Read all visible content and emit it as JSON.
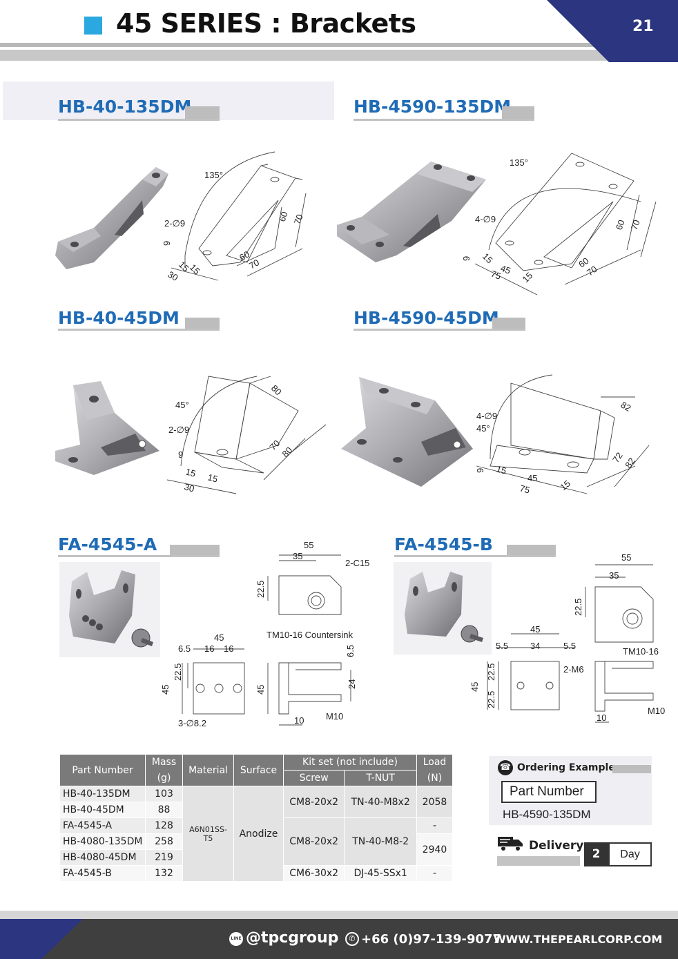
{
  "header": {
    "title": "45 SERIES : Brackets",
    "page_number": "21",
    "accent_color": "#2aa8df",
    "corner_color": "#2b3580"
  },
  "sections": [
    {
      "title": "HB-40-135DM",
      "dims": {
        "angle": "135°",
        "holes": "2-∅9",
        "d9": "9",
        "d15a": "15",
        "d15b": "15",
        "d30": "30",
        "d60a": "60",
        "d70a": "70",
        "d60b": "60",
        "d70b": "70"
      }
    },
    {
      "title": "HB-4590-135DM",
      "dims": {
        "angle": "135°",
        "holes": "4-∅9",
        "d9": "9",
        "d15a": "15",
        "d45": "45",
        "d75": "75",
        "d15b": "15",
        "d60a": "60",
        "d70a": "70",
        "d60b": "60",
        "d70b": "70"
      }
    },
    {
      "title": "HB-40-45DM",
      "dims": {
        "angle": "45°",
        "holes": "2-∅9",
        "d9": "9",
        "d15a": "15",
        "d15b": "15",
        "d30": "30",
        "d80a": "80",
        "d70": "70",
        "d80b": "80"
      }
    },
    {
      "title": "HB-4590-45DM",
      "dims": {
        "angle": "45°",
        "holes": "4-∅9",
        "d9": "9",
        "d15a": "15",
        "d45": "45",
        "d75": "75",
        "d15b": "15",
        "d82a": "82",
        "d72": "72",
        "d82b": "82"
      }
    },
    {
      "title": "FA-4545-A",
      "dims": {
        "d55": "55",
        "d35": "35",
        "c15": "2-C15",
        "d225": "22.5",
        "countersink": "TM10-16 Countersink",
        "d45": "45",
        "d65a": "6.5",
        "d16a": "16",
        "d16b": "16",
        "d225b": "22.5",
        "d45b": "45",
        "holes": "3-∅8.2",
        "d45c": "45",
        "d65b": "6.5",
        "d24": "24",
        "d10": "10",
        "m10": "M10"
      }
    },
    {
      "title": "FA-4545-B",
      "dims": {
        "d55": "55",
        "d35": "35",
        "d225": "22.5",
        "d45": "45",
        "d55a": "5.5",
        "d34": "34",
        "d55b": "5.5",
        "tm": "TM10-16",
        "m6": "2-M6",
        "d45b": "45",
        "d225b": "22.5",
        "d225c": "22.5",
        "d10": "10",
        "m10": "M10"
      }
    }
  ],
  "table": {
    "headers": {
      "part_number": "Part Number",
      "mass": "Mass",
      "mass_unit": "(g)",
      "material": "Material",
      "surface": "Surface",
      "kit": "Kit set (not include)",
      "screw": "Screw",
      "tnut": "T-NUT",
      "load": "Load",
      "load_unit": "(N)"
    },
    "rows": [
      {
        "part": "HB-40-135DM",
        "mass": "103"
      },
      {
        "part": "HB-40-45DM",
        "mass": "88"
      },
      {
        "part": "FA-4545-A",
        "mass": "128"
      },
      {
        "part": "HB-4080-135DM",
        "mass": "258"
      },
      {
        "part": "HB-4080-45DM",
        "mass": "219"
      },
      {
        "part": "FA-4545-B",
        "mass": "132"
      }
    ],
    "material": "A6N01SS-T5",
    "surface": "Anodize",
    "kit1": {
      "screw": "CM8-20x2",
      "tnut": "TN-40-M8x2",
      "load": "2058"
    },
    "load_row3": "-",
    "kit2": {
      "screw": "CM8-20x2",
      "tnut": "TN-40-M8-2",
      "load": "2940"
    },
    "kit3": {
      "screw": "CM6-30x2",
      "tnut": "DJ-45-SSx1",
      "load": "-"
    }
  },
  "ordering": {
    "title": "Ordering Example",
    "label": "Part Number",
    "example": "HB-4590-135DM"
  },
  "delivery": {
    "label": "Delivery",
    "value": "2",
    "unit": "Day"
  },
  "footer": {
    "line_icon_text": "LINE",
    "handle": "@tpcgroup",
    "phone": "+66 (0)97-139-9077",
    "website": "WWW.THEPEARLCORP.COM"
  }
}
